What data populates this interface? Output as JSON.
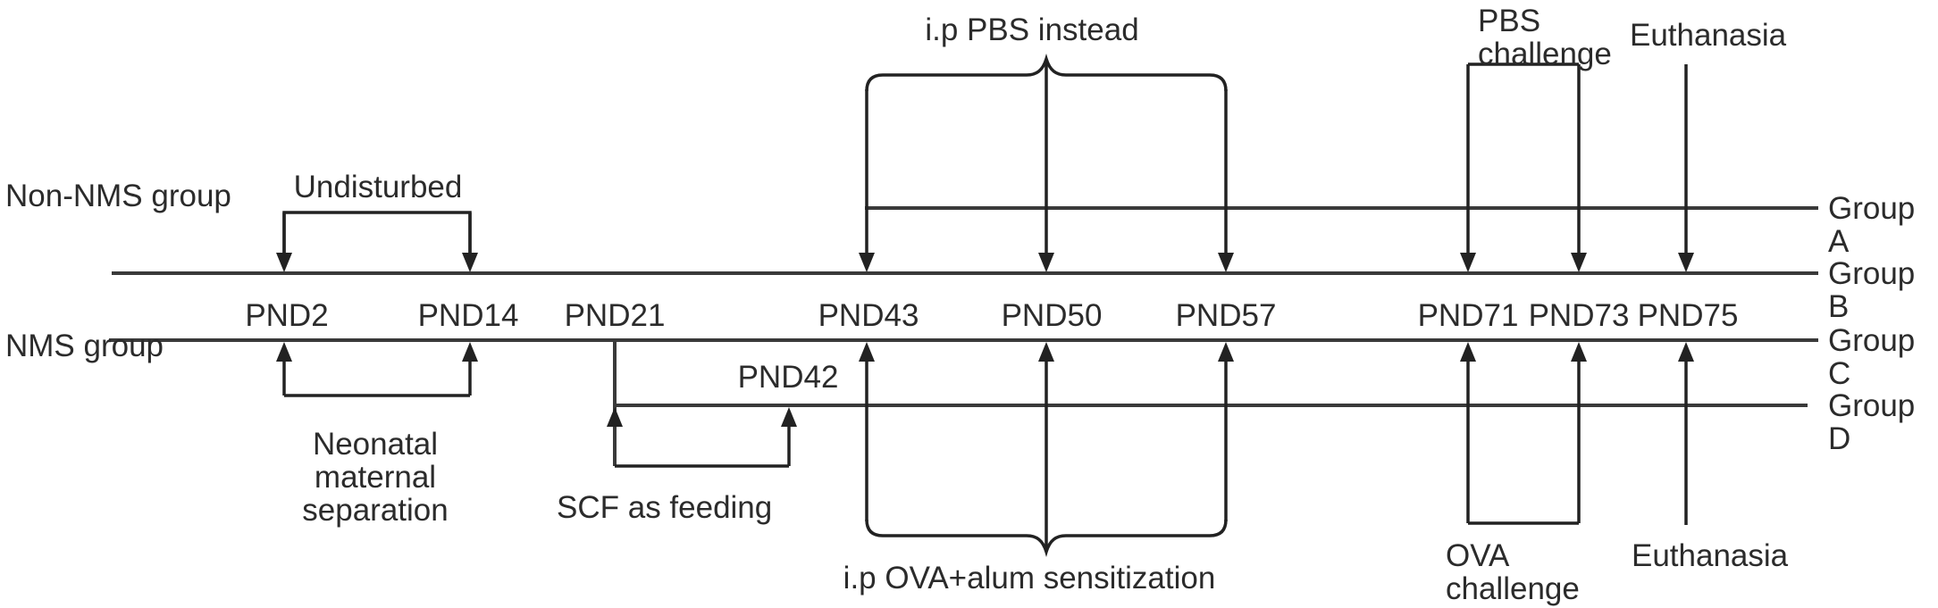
{
  "diagram": {
    "title_context": "Experimental timeline",
    "left_labels": {
      "non_nms": "Non-NMS group",
      "nms": "NMS group"
    },
    "group_labels": {
      "a": "Group A",
      "b": "Group B",
      "c": "Group C",
      "d": "Group D"
    },
    "timeline_days": [
      "PND2",
      "PND14",
      "PND21",
      "PND43",
      "PND50",
      "PND57",
      "PND71",
      "PND73",
      "PND75"
    ],
    "pnd42": "PND42",
    "annotations": {
      "undisturbed": "Undisturbed",
      "ip_pbs": "i.p PBS instead",
      "pbs_challenge": "PBS\nchallenge",
      "euthanasia_top": "Euthanasia",
      "neonatal_separation": "Neonatal\nmaternal\nseparation",
      "scf": "SCF as feeding",
      "ova_sensitization": "i.p OVA+alum sensitization",
      "ova_challenge": "OVA\nchallenge",
      "euthanasia_bottom": "Euthanasia"
    },
    "colors": {
      "line": "#3a3a3a",
      "arrow": "#222222",
      "text": "#2b2b2b",
      "background": "#ffffff"
    }
  }
}
